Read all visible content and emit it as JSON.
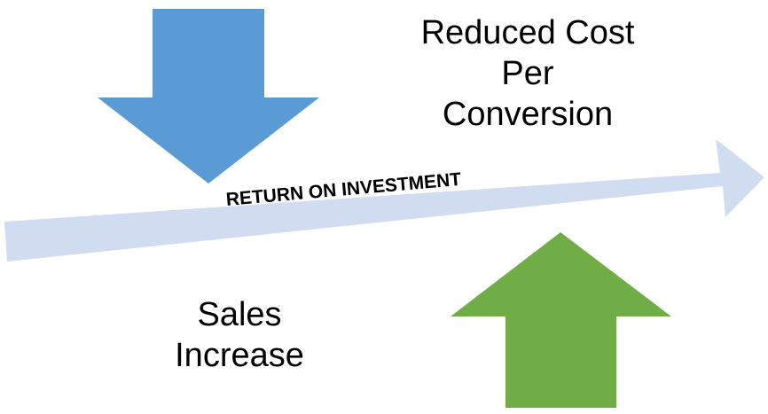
{
  "labels": {
    "top": "Reduced Cost Per Conversion",
    "bottom": "Sales Increase",
    "arrow": "RETURN ON INVESTMENT"
  },
  "colors": {
    "down_arrow": "#5b9bd5",
    "up_arrow": "#70ad47",
    "roi_arrow": "#d0dcef"
  }
}
